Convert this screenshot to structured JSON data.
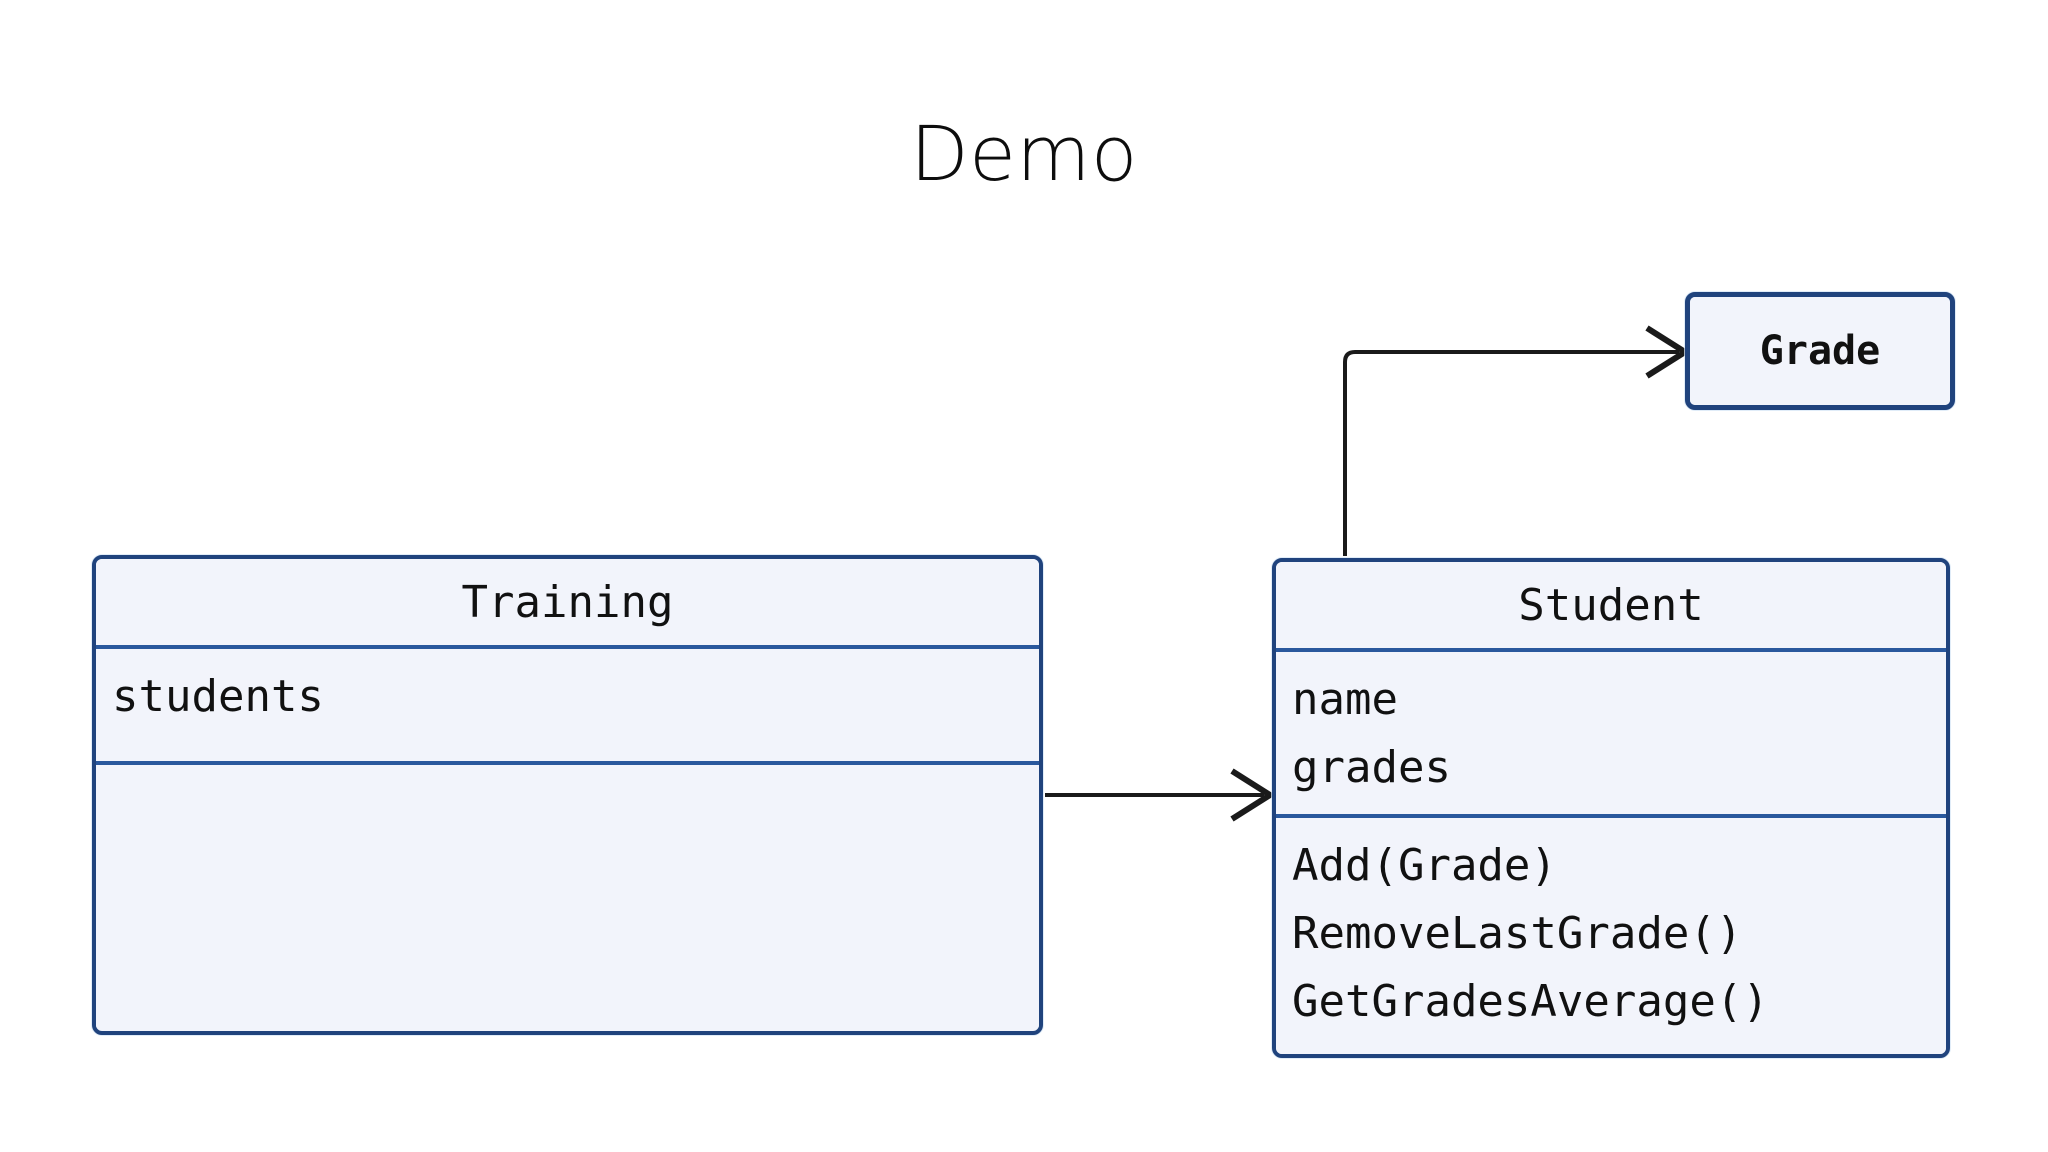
{
  "slide": {
    "title": "Demo",
    "background_color": "#ffffff"
  },
  "theme": {
    "box_fill": "#f2f4fb",
    "box_border": "#20437d",
    "divider": "#2a589d",
    "connector": "#1a1a1a",
    "text": "#111111"
  },
  "diagram": {
    "type": "uml-class-diagram",
    "classes": [
      {
        "id": "training",
        "name": "Training",
        "attributes": [
          "students"
        ],
        "operations": []
      },
      {
        "id": "student",
        "name": "Student",
        "attributes": [
          "name",
          "grades"
        ],
        "operations": [
          "Add(Grade)",
          "RemoveLastGrade()",
          "GetGradesAverage()"
        ]
      },
      {
        "id": "grade",
        "name": "Grade",
        "attributes": [],
        "operations": []
      }
    ],
    "relationships": [
      {
        "id": "training-to-student",
        "from": "Training",
        "to": "Student",
        "style": "open-arrow",
        "routing": "straight"
      },
      {
        "id": "student-to-grade",
        "from": "Student",
        "to": "Grade",
        "style": "open-arrow",
        "routing": "elbow"
      }
    ]
  }
}
